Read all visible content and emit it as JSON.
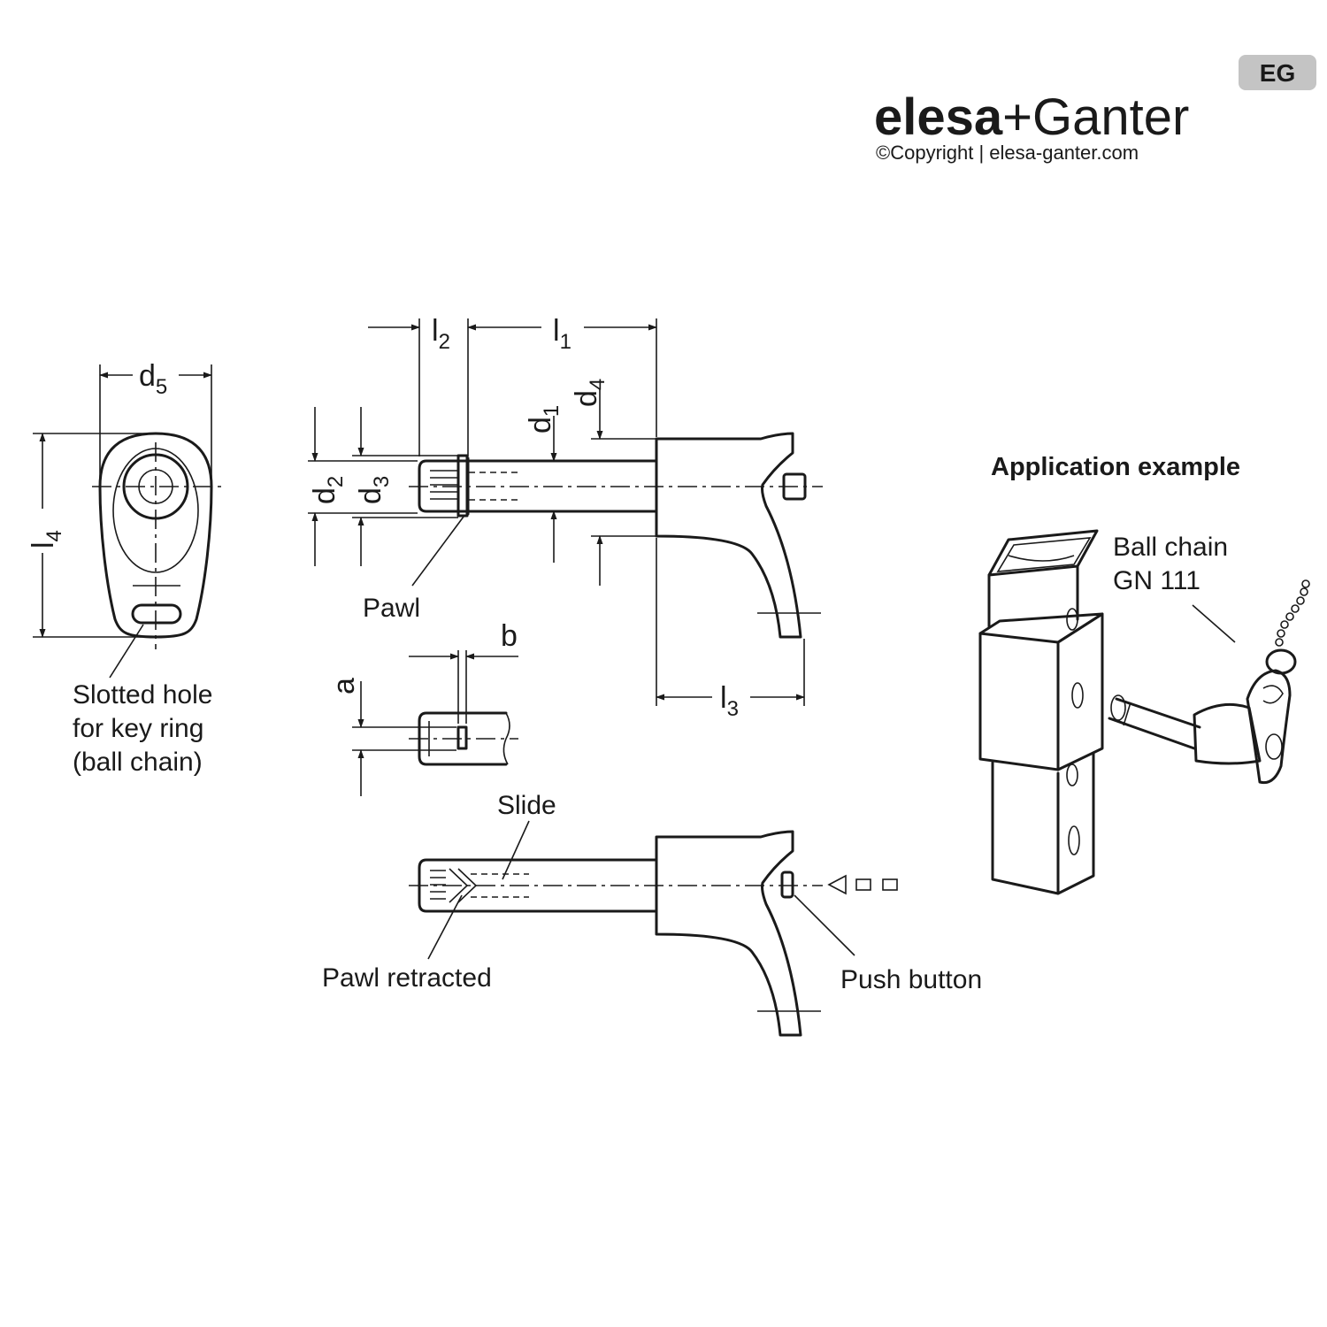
{
  "brand": {
    "badge": "EG",
    "wordmark_left": "elesa",
    "wordmark_plus": "+",
    "wordmark_right": "Ganter",
    "copyright": "©Copyright | elesa-ganter.com",
    "color": "#b8b8b8"
  },
  "dimensions": {
    "d5": {
      "main": "d",
      "sub": "5"
    },
    "l4": {
      "main": "l",
      "sub": "4"
    },
    "l2": {
      "main": "l",
      "sub": "2"
    },
    "l1": {
      "main": "l",
      "sub": "1"
    },
    "d1": {
      "main": "d",
      "sub": "1"
    },
    "d4": {
      "main": "d",
      "sub": "4"
    },
    "d2": {
      "main": "d",
      "sub": "2"
    },
    "d3": {
      "main": "d",
      "sub": "3"
    },
    "l3": {
      "main": "l",
      "sub": "3"
    },
    "a": "a",
    "b": "b"
  },
  "callouts": {
    "slotted_hole": [
      "Slotted hole",
      "for key ring",
      "(ball chain)"
    ],
    "pawl": "Pawl",
    "slide": "Slide",
    "pawl_retracted": "Pawl retracted",
    "push_button": "Push button"
  },
  "application": {
    "title": "Application example",
    "ball_chain": [
      "Ball chain",
      "GN 111"
    ]
  },
  "colors": {
    "line": "#1a1a1a",
    "background": "#ffffff"
  }
}
